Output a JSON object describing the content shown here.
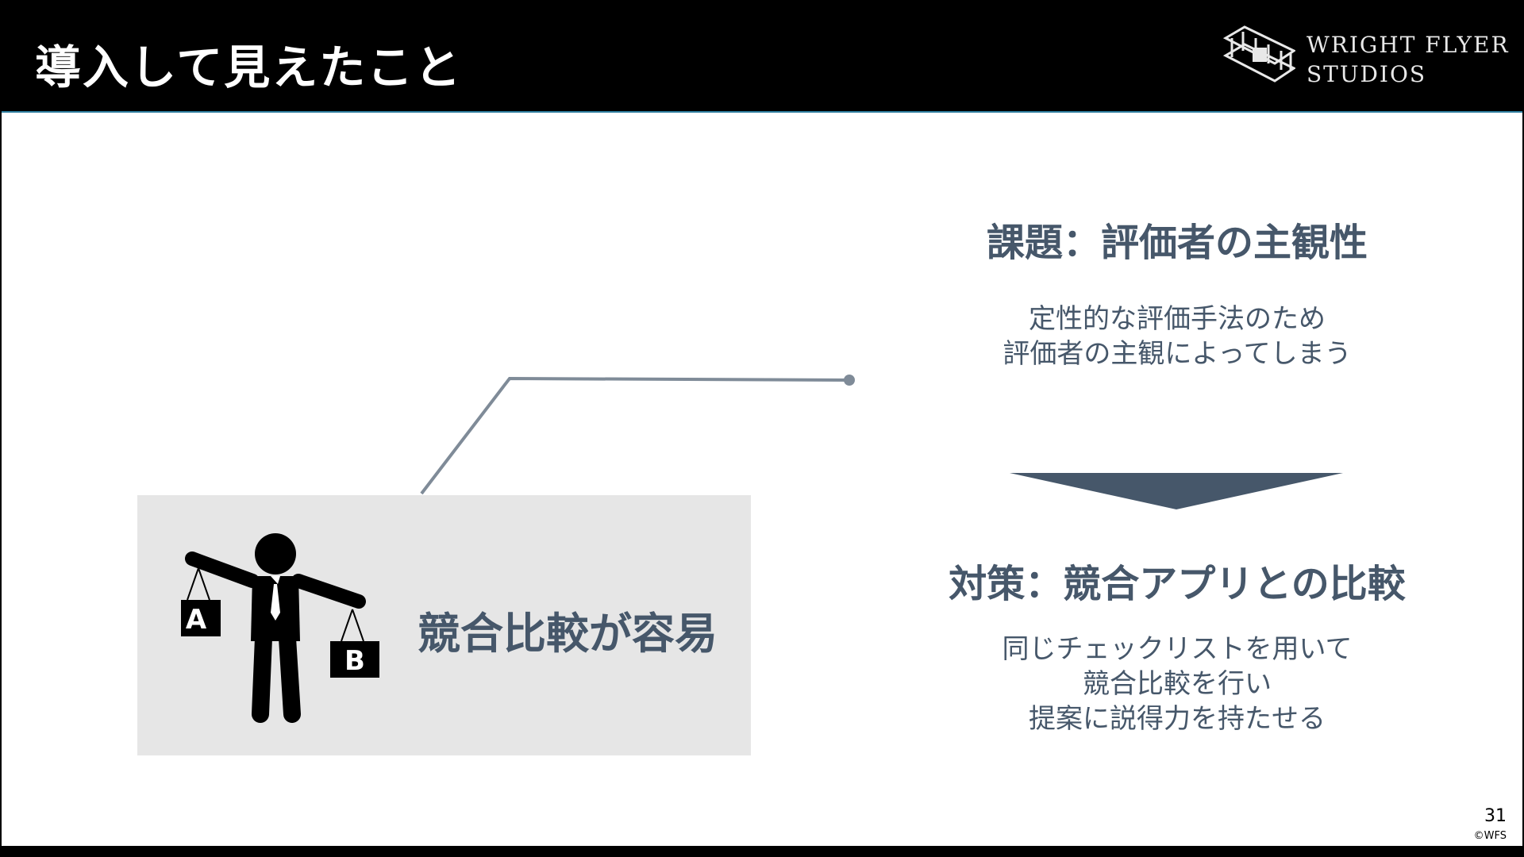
{
  "header": {
    "title": "導入して見えたこと",
    "logo": {
      "line1": "WRIGHT FLYER",
      "line2": "STUDIOS",
      "icon": "biplane-logo-icon"
    }
  },
  "highlight": {
    "label": "競合比較が容易",
    "icon": "person-balancing-scales-icon",
    "sign_a": "A",
    "sign_b": "B"
  },
  "issue": {
    "title": "課題：評価者の主観性",
    "lines": [
      "定性的な評価手法のため",
      "評価者の主観によってしまう"
    ]
  },
  "arrow_icon": "down-triangle-arrow-icon",
  "solution": {
    "title": "対策：競合アプリとの比較",
    "lines": [
      "同じチェックリストを用いて",
      "競合比較を行い",
      "提案に説得力を持たせる"
    ]
  },
  "footer": {
    "page_number": "31",
    "copyright": "©WFS"
  },
  "colors": {
    "accent_text": "#46576a",
    "header_bg": "#000000",
    "box_bg": "#e6e6e6",
    "connector": "#7f8b98"
  }
}
